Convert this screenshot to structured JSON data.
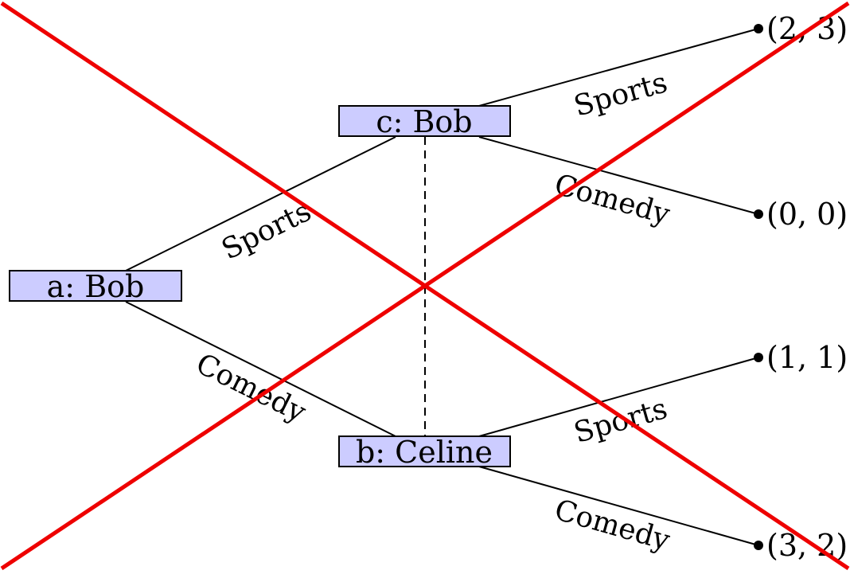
{
  "nodes": {
    "a": {
      "label": "a: Bob"
    },
    "c": {
      "label": "c: Bob"
    },
    "b": {
      "label": "b: Celine"
    }
  },
  "edges": {
    "a_c": "Sports",
    "a_b": "Comedy",
    "c_top": "Sports",
    "c_bottom": "Comedy",
    "b_top": "Sports",
    "b_bottom": "Comedy"
  },
  "payoffs": {
    "p1": "(2, 3)",
    "p2": "(0, 0)",
    "p3": "(1, 1)",
    "p4": "(3, 2)"
  },
  "colors": {
    "node_fill": "#ccccff",
    "cross": "#ee0000",
    "line": "#000000"
  }
}
